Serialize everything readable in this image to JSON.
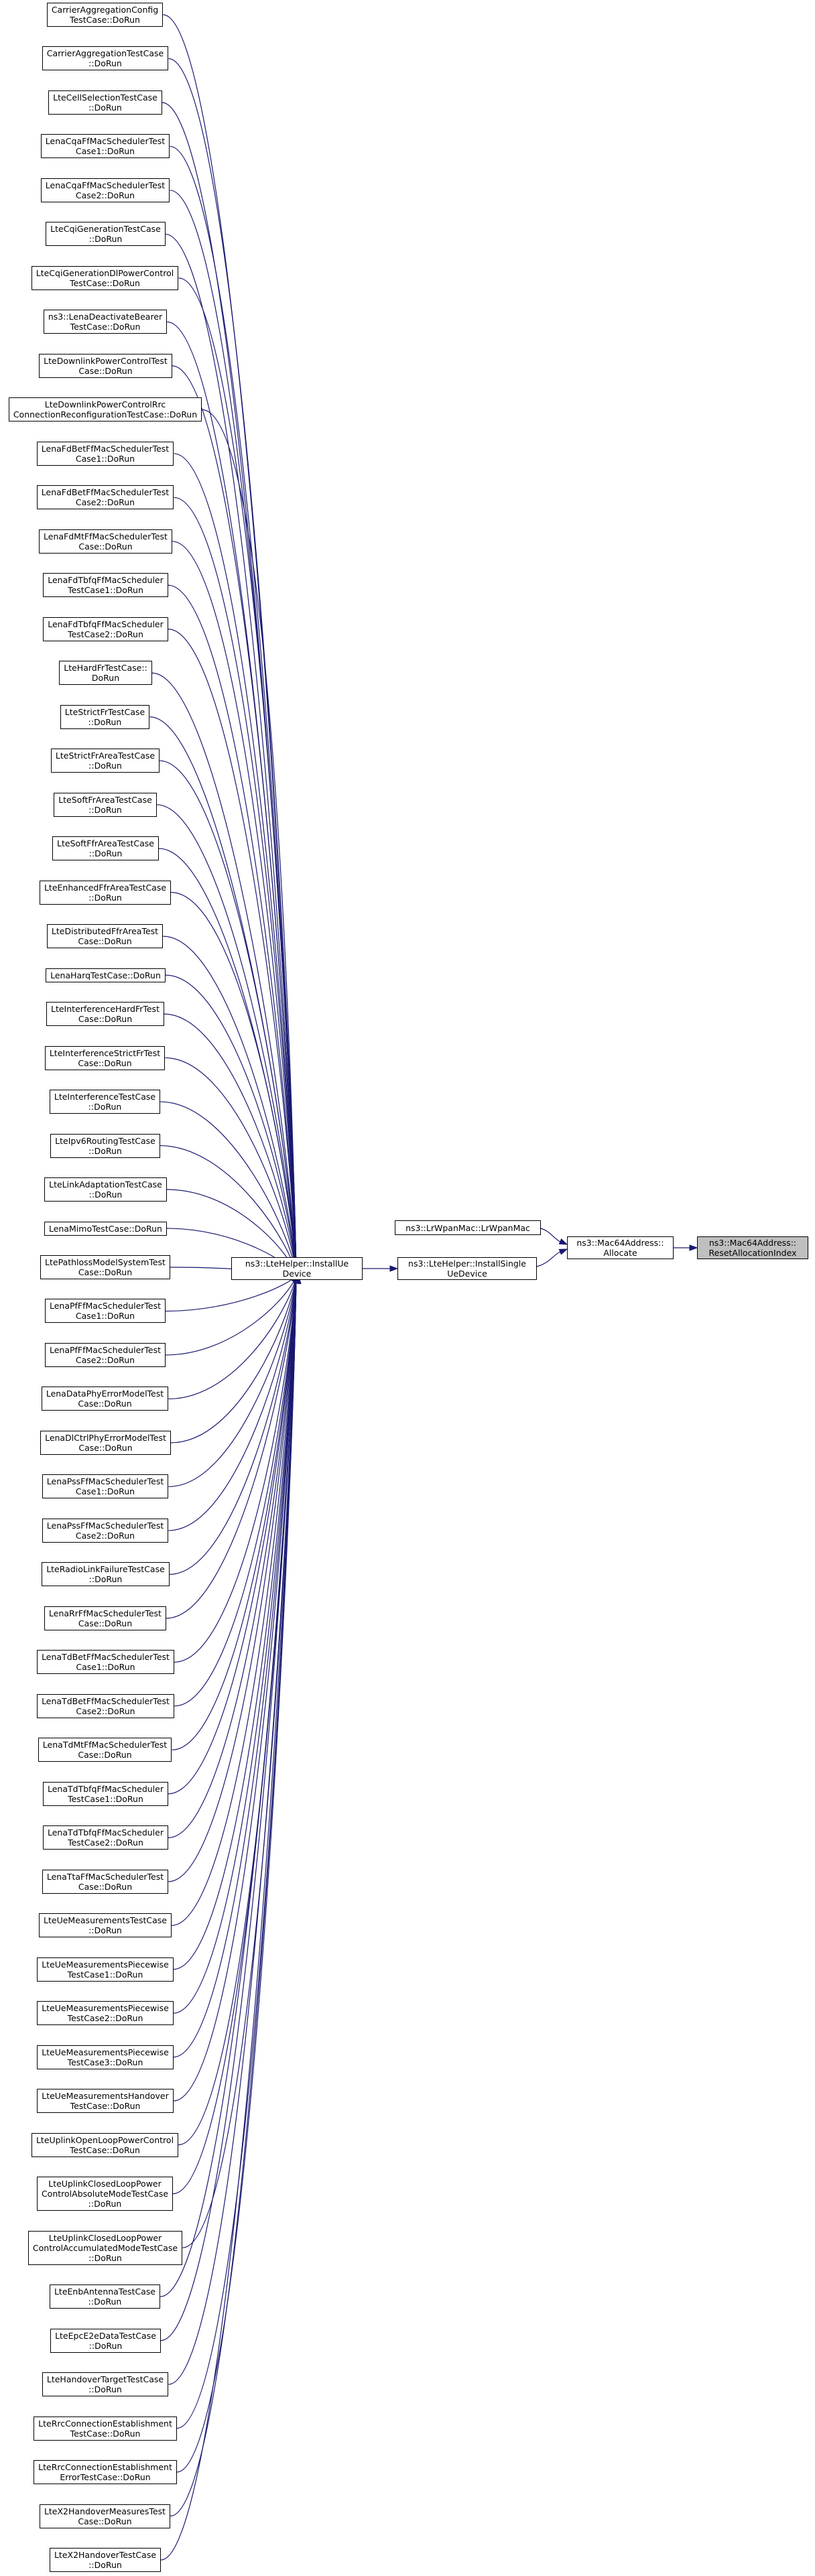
{
  "graph": {
    "edge_color": "#191970",
    "target_fill": "#bfbfbf",
    "nodes": {
      "target": {
        "lines": [
          "ns3::Mac64Address::",
          "ResetAllocationIndex"
        ]
      },
      "allocate": {
        "lines": [
          "ns3::Mac64Address::",
          "Allocate"
        ]
      },
      "lrwpan": {
        "lines": [
          "ns3::LrWpanMac::LrWpanMac"
        ]
      },
      "install_single": {
        "lines": [
          "ns3::LteHelper::InstallSingle",
          "UeDevice"
        ]
      },
      "install_ue": {
        "lines": [
          "ns3::LteHelper::InstallUe",
          "Device"
        ]
      }
    },
    "callers": [
      {
        "lines": [
          "CarrierAggregationConfig",
          "TestCase::DoRun"
        ]
      },
      {
        "lines": [
          "CarrierAggregationTestCase",
          "::DoRun"
        ]
      },
      {
        "lines": [
          "LteCellSelectionTestCase",
          "::DoRun"
        ]
      },
      {
        "lines": [
          "LenaCqaFfMacSchedulerTest",
          "Case1::DoRun"
        ]
      },
      {
        "lines": [
          "LenaCqaFfMacSchedulerTest",
          "Case2::DoRun"
        ]
      },
      {
        "lines": [
          "LteCqiGenerationTestCase",
          "::DoRun"
        ]
      },
      {
        "lines": [
          "LteCqiGenerationDlPowerControl",
          "TestCase::DoRun"
        ]
      },
      {
        "lines": [
          "ns3::LenaDeactivateBearer",
          "TestCase::DoRun"
        ]
      },
      {
        "lines": [
          "LteDownlinkPowerControlTest",
          "Case::DoRun"
        ]
      },
      {
        "lines": [
          "LteDownlinkPowerControlRrc",
          "ConnectionReconfigurationTestCase::DoRun"
        ]
      },
      {
        "lines": [
          "LenaFdBetFfMacSchedulerTest",
          "Case1::DoRun"
        ]
      },
      {
        "lines": [
          "LenaFdBetFfMacSchedulerTest",
          "Case2::DoRun"
        ]
      },
      {
        "lines": [
          "LenaFdMtFfMacSchedulerTest",
          "Case::DoRun"
        ]
      },
      {
        "lines": [
          "LenaFdTbfqFfMacScheduler",
          "TestCase1::DoRun"
        ]
      },
      {
        "lines": [
          "LenaFdTbfqFfMacScheduler",
          "TestCase2::DoRun"
        ]
      },
      {
        "lines": [
          "LteHardFrTestCase::",
          "DoRun"
        ]
      },
      {
        "lines": [
          "LteStrictFrTestCase",
          "::DoRun"
        ]
      },
      {
        "lines": [
          "LteStrictFrAreaTestCase",
          "::DoRun"
        ]
      },
      {
        "lines": [
          "LteSoftFrAreaTestCase",
          "::DoRun"
        ]
      },
      {
        "lines": [
          "LteSoftFfrAreaTestCase",
          "::DoRun"
        ]
      },
      {
        "lines": [
          "LteEnhancedFfrAreaTestCase",
          "::DoRun"
        ]
      },
      {
        "lines": [
          "LteDistributedFfrAreaTest",
          "Case::DoRun"
        ]
      },
      {
        "lines": [
          "LenaHarqTestCase::DoRun"
        ]
      },
      {
        "lines": [
          "LteInterferenceHardFrTest",
          "Case::DoRun"
        ]
      },
      {
        "lines": [
          "LteInterferenceStrictFrTest",
          "Case::DoRun"
        ]
      },
      {
        "lines": [
          "LteInterferenceTestCase",
          "::DoRun"
        ]
      },
      {
        "lines": [
          "LteIpv6RoutingTestCase",
          "::DoRun"
        ]
      },
      {
        "lines": [
          "LteLinkAdaptationTestCase",
          "::DoRun"
        ]
      },
      {
        "lines": [
          "LenaMimoTestCase::DoRun"
        ]
      },
      {
        "lines": [
          "LtePathlossModelSystemTest",
          "Case::DoRun"
        ]
      },
      {
        "lines": [
          "LenaPfFfMacSchedulerTest",
          "Case1::DoRun"
        ]
      },
      {
        "lines": [
          "LenaPfFfMacSchedulerTest",
          "Case2::DoRun"
        ]
      },
      {
        "lines": [
          "LenaDataPhyErrorModelTest",
          "Case::DoRun"
        ]
      },
      {
        "lines": [
          "LenaDlCtrlPhyErrorModelTest",
          "Case::DoRun"
        ]
      },
      {
        "lines": [
          "LenaPssFfMacSchedulerTest",
          "Case1::DoRun"
        ]
      },
      {
        "lines": [
          "LenaPssFfMacSchedulerTest",
          "Case2::DoRun"
        ]
      },
      {
        "lines": [
          "LteRadioLinkFailureTestCase",
          "::DoRun"
        ]
      },
      {
        "lines": [
          "LenaRrFfMacSchedulerTest",
          "Case::DoRun"
        ]
      },
      {
        "lines": [
          "LenaTdBetFfMacSchedulerTest",
          "Case1::DoRun"
        ]
      },
      {
        "lines": [
          "LenaTdBetFfMacSchedulerTest",
          "Case2::DoRun"
        ]
      },
      {
        "lines": [
          "LenaTdMtFfMacSchedulerTest",
          "Case::DoRun"
        ]
      },
      {
        "lines": [
          "LenaTdTbfqFfMacScheduler",
          "TestCase1::DoRun"
        ]
      },
      {
        "lines": [
          "LenaTdTbfqFfMacScheduler",
          "TestCase2::DoRun"
        ]
      },
      {
        "lines": [
          "LenaTtaFfMacSchedulerTest",
          "Case::DoRun"
        ]
      },
      {
        "lines": [
          "LteUeMeasurementsTestCase",
          "::DoRun"
        ]
      },
      {
        "lines": [
          "LteUeMeasurementsPiecewise",
          "TestCase1::DoRun"
        ]
      },
      {
        "lines": [
          "LteUeMeasurementsPiecewise",
          "TestCase2::DoRun"
        ]
      },
      {
        "lines": [
          "LteUeMeasurementsPiecewise",
          "TestCase3::DoRun"
        ]
      },
      {
        "lines": [
          "LteUeMeasurementsHandover",
          "TestCase::DoRun"
        ]
      },
      {
        "lines": [
          "LteUplinkOpenLoopPowerControl",
          "TestCase::DoRun"
        ]
      },
      {
        "lines": [
          "LteUplinkClosedLoopPower",
          "ControlAbsoluteModeTestCase",
          "::DoRun"
        ]
      },
      {
        "lines": [
          "LteUplinkClosedLoopPower",
          "ControlAccumulatedModeTestCase",
          "::DoRun"
        ]
      },
      {
        "lines": [
          "LteEnbAntennaTestCase",
          "::DoRun"
        ]
      },
      {
        "lines": [
          "LteEpcE2eDataTestCase",
          "::DoRun"
        ]
      },
      {
        "lines": [
          "LteHandoverTargetTestCase",
          "::DoRun"
        ]
      },
      {
        "lines": [
          "LteRrcConnectionEstablishment",
          "TestCase::DoRun"
        ]
      },
      {
        "lines": [
          "LteRrcConnectionEstablishment",
          "ErrorTestCase::DoRun"
        ]
      },
      {
        "lines": [
          "LteX2HandoverMeasuresTest",
          "Case::DoRun"
        ]
      },
      {
        "lines": [
          "LteX2HandoverTestCase",
          "::DoRun"
        ]
      }
    ]
  }
}
